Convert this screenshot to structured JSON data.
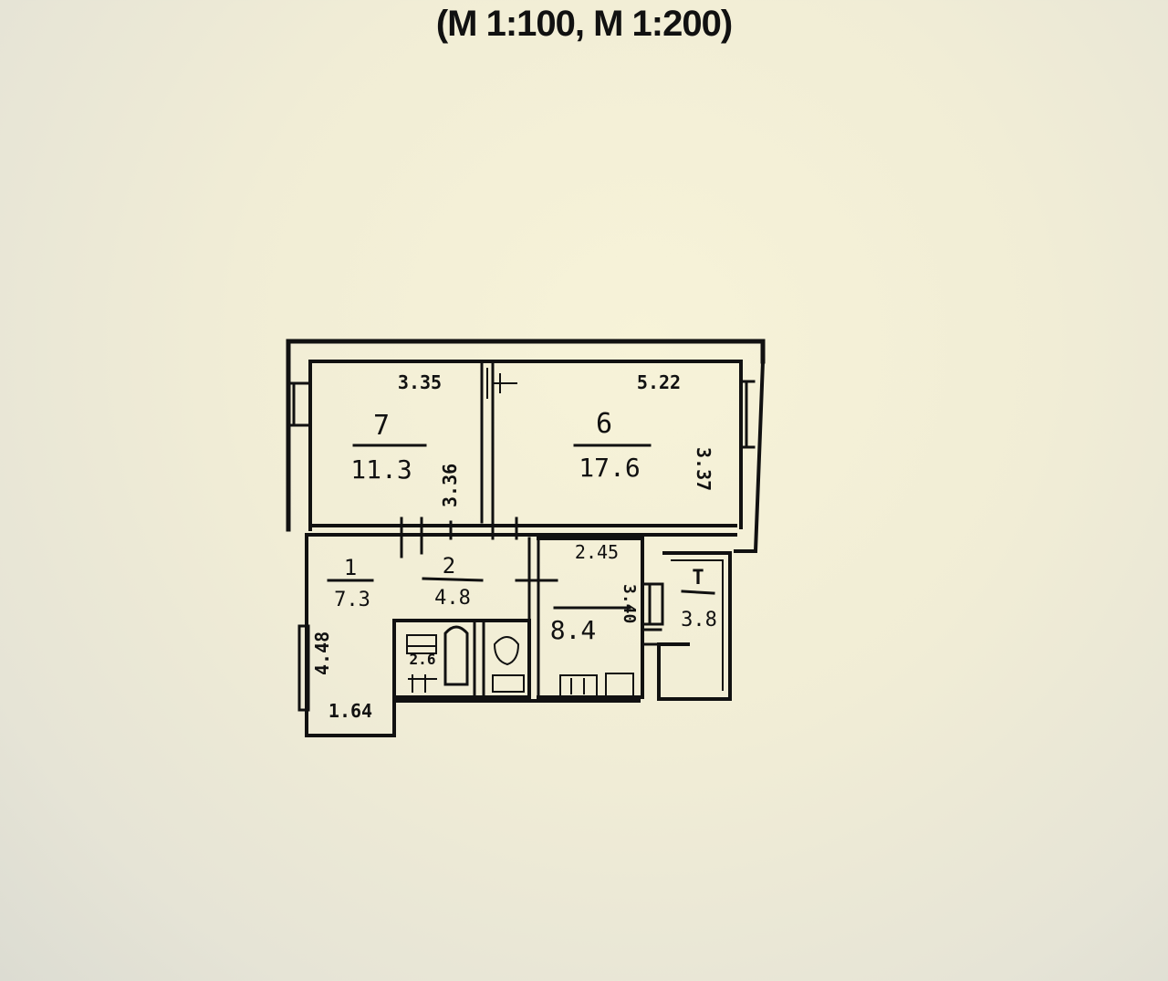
{
  "header": {
    "scale_text": "(M 1:100, M 1:200)"
  },
  "floor_plan": {
    "rooms": [
      {
        "number": "7",
        "area": "11.3"
      },
      {
        "number": "6",
        "area": "17.6"
      },
      {
        "number": "1",
        "area": "7.3"
      },
      {
        "number": "2",
        "area": "4.8"
      },
      {
        "number": "",
        "area": "8.4"
      },
      {
        "number": "",
        "area": "2.6"
      },
      {
        "number": "T",
        "area": "3.8"
      }
    ],
    "dimensions": {
      "room7_width": "3.35",
      "room7_depth": "3.36",
      "room6_width": "5.22",
      "room6_depth": "3.37",
      "kitchen_width": "2.45",
      "kitchen_depth": "3.40",
      "hall_depth": "4.48",
      "hall_width": "1.64"
    }
  },
  "colors": {
    "ink": "#111111",
    "background": "#f3efd6"
  }
}
